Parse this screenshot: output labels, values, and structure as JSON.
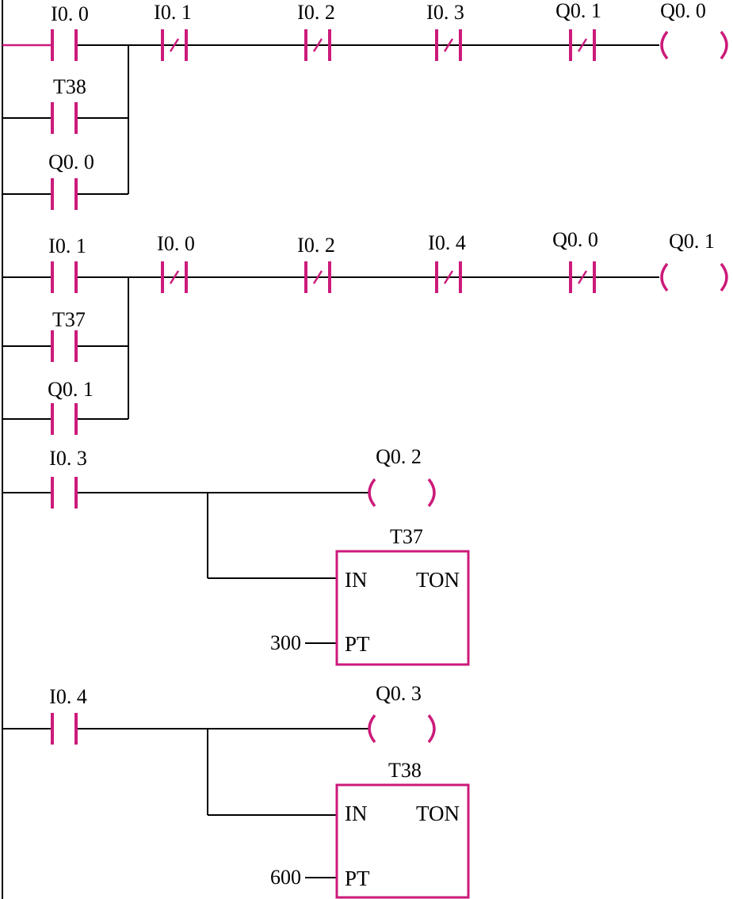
{
  "rung1": {
    "contacts": [
      "I0. 0",
      "I0. 1",
      "I0. 2",
      "I0. 3",
      "Q0. 1"
    ],
    "branches": [
      "T38",
      "Q0. 0"
    ],
    "coil": "Q0. 0"
  },
  "rung2": {
    "contacts": [
      "I0. 1",
      "I0. 0",
      "I0. 2",
      "I0. 4",
      "Q0. 0"
    ],
    "branches": [
      "T37",
      "Q0. 1"
    ],
    "coil": "Q0. 1"
  },
  "rung3": {
    "contact": "I0. 3",
    "coil": "Q0. 2",
    "timer": {
      "name": "T37",
      "in": "IN",
      "type": "TON",
      "pt": "PT",
      "preset": "300"
    }
  },
  "rung4": {
    "contact": "I0. 4",
    "coil": "Q0. 3",
    "timer": {
      "name": "T38",
      "in": "IN",
      "type": "TON",
      "pt": "PT",
      "preset": "600"
    }
  },
  "colors": {
    "element": "#cc1a7a",
    "wire": "#000000",
    "background": "#ffffff"
  }
}
